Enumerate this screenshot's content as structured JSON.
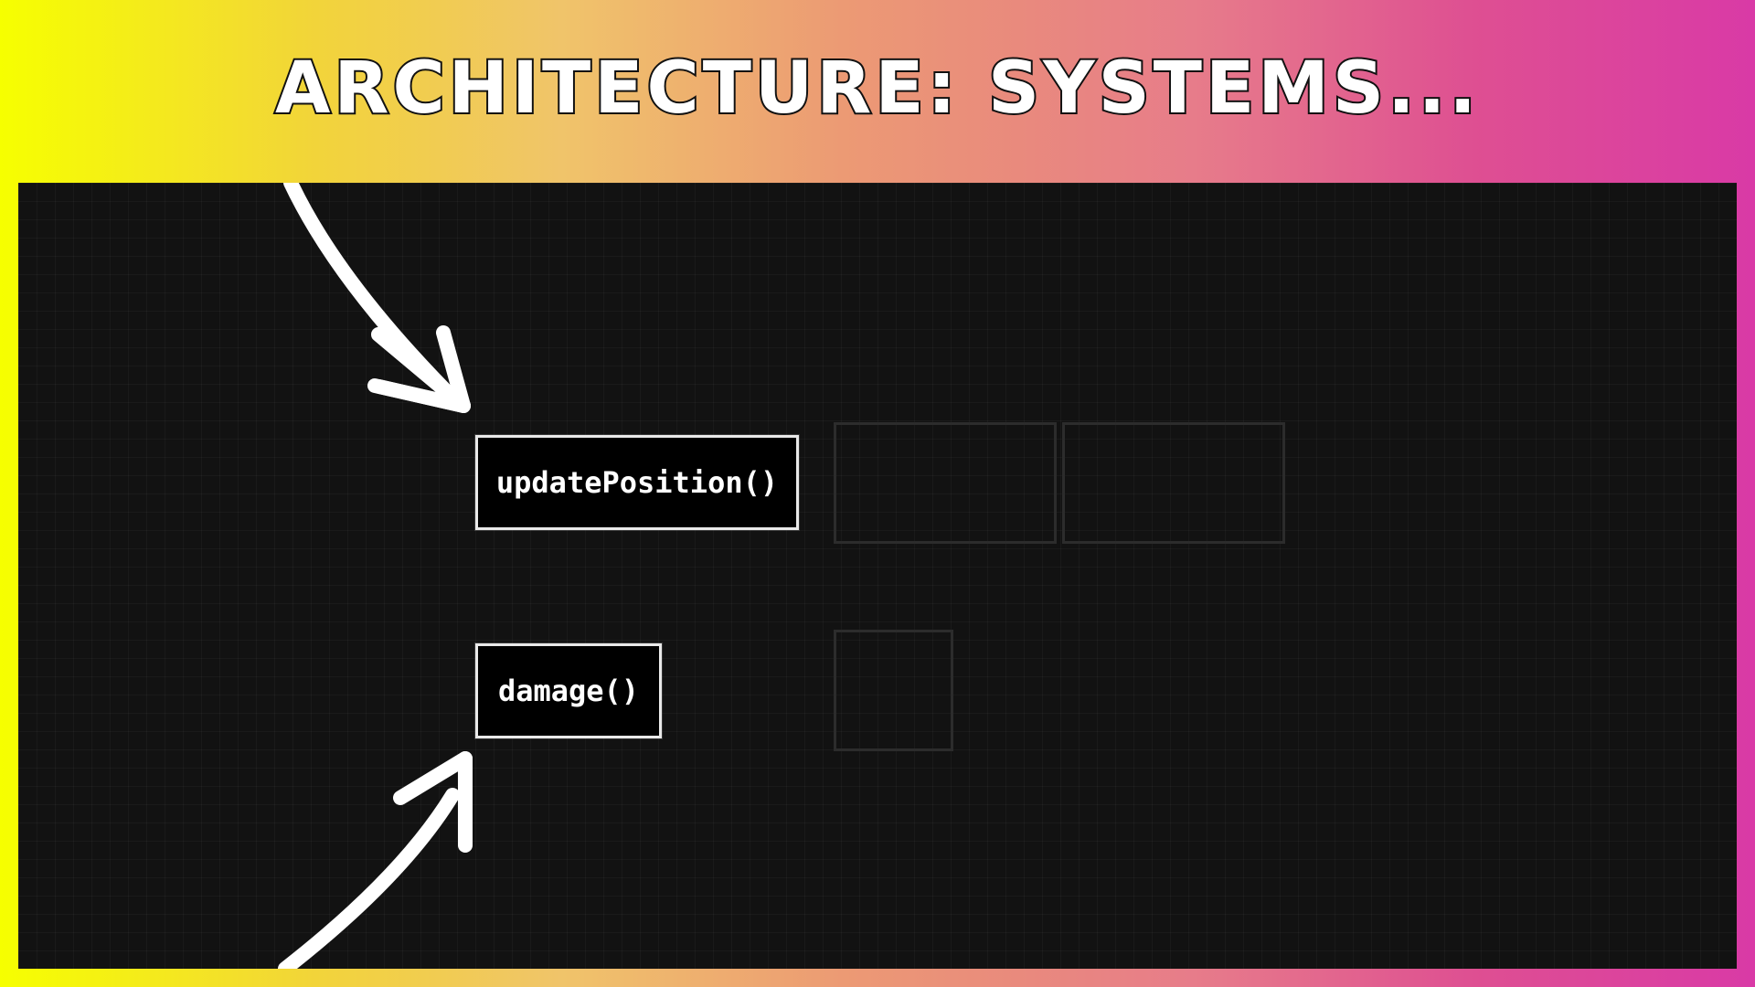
{
  "header": {
    "title": "ARCHITECTURE: SYSTEMS..."
  },
  "diagram": {
    "functions": [
      {
        "label": "updatePosition()"
      },
      {
        "label": "damage()"
      }
    ]
  },
  "colors": {
    "gradient_left": "#f6ff00",
    "gradient_mid": "#e98a7d",
    "gradient_right": "#d93aa6",
    "canvas_bg": "#121212",
    "box_border": "#e9e9e9",
    "arrow": "#ffffff"
  }
}
